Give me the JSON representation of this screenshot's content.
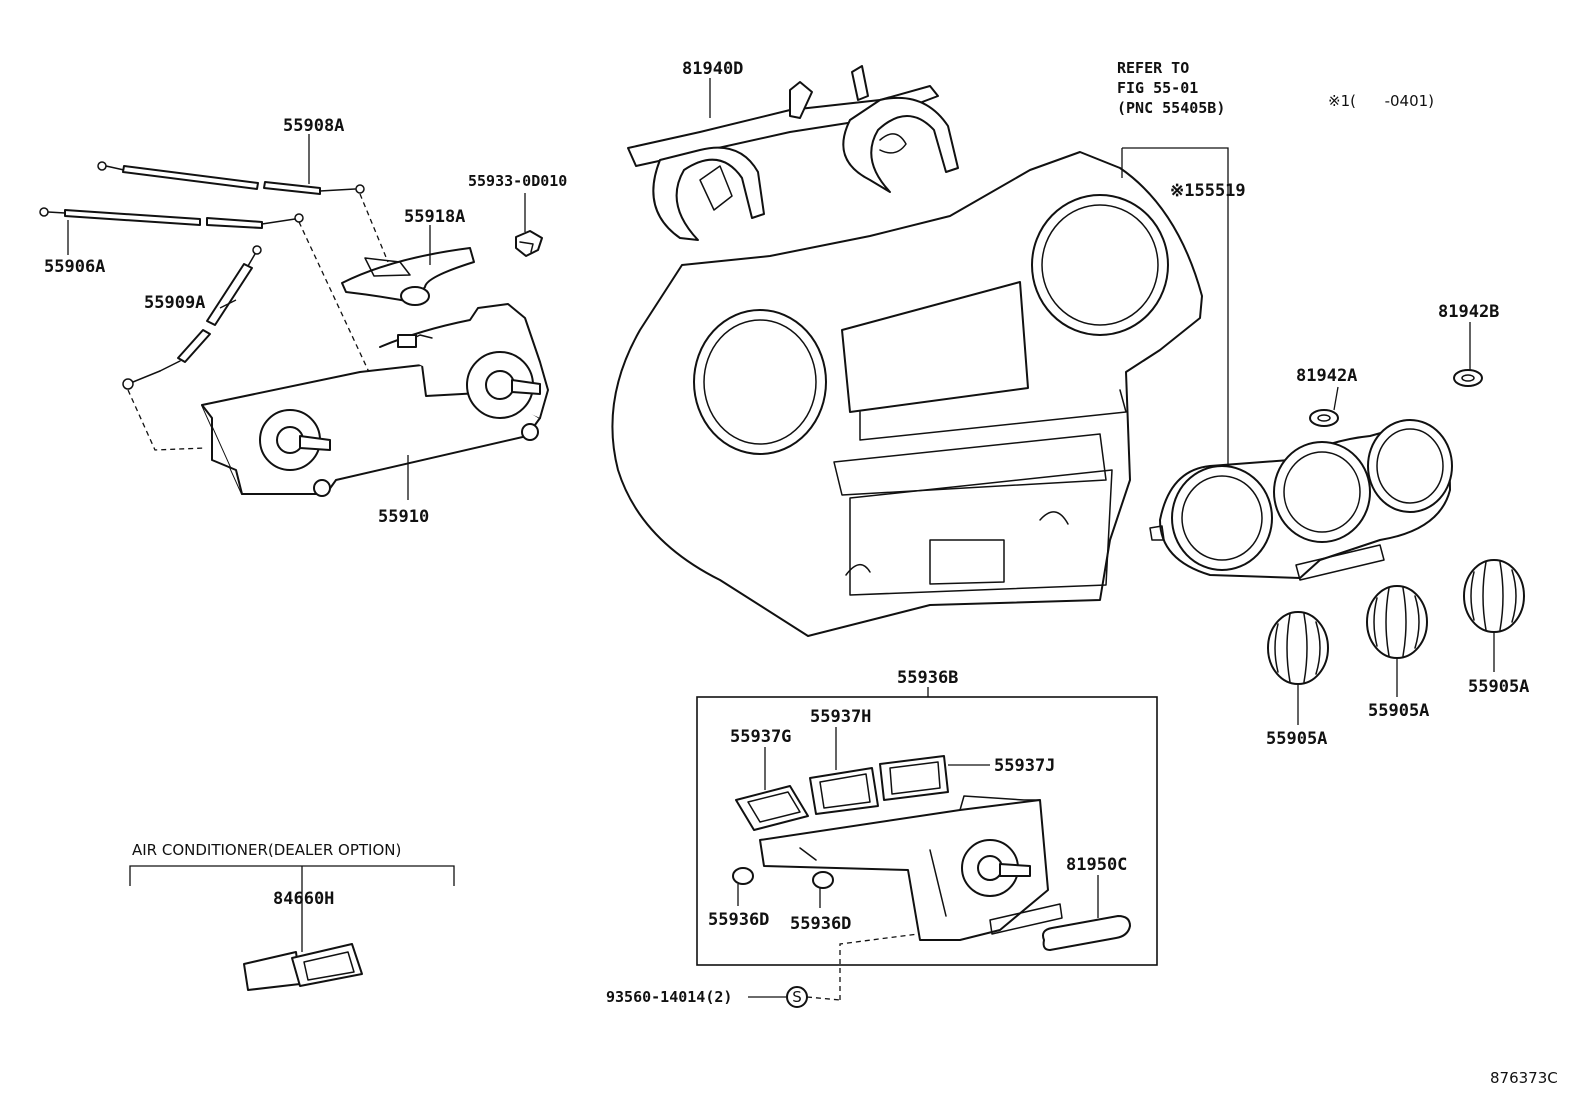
{
  "labels": {
    "p81940D": "81940D",
    "p55908A": "55908A",
    "p55933": "55933-0D010",
    "p55918A": "55918A",
    "p55906A": "55906A",
    "p55909A": "55909A",
    "p55910": "55910",
    "refer_line1": "REFER TO",
    "refer_line2": "FIG 55-01",
    "refer_line3": "(PNC 55405B)",
    "note_date": "※1(      -0401)",
    "p55519": "※155519",
    "p81942B": "81942B",
    "p81942A": "81942A",
    "p55905A_1": "55905A",
    "p55905A_2": "55905A",
    "p55905A_3": "55905A",
    "p55936B": "55936B",
    "p55937H": "55937H",
    "p55937G": "55937G",
    "p55937J": "55937J",
    "p81950C": "81950C",
    "p55936D_1": "55936D",
    "p55936D_2": "55936D",
    "p93560": "93560-14014(2)",
    "screw_symbol": "S",
    "ac_option": "AIR CONDITIONER(DEALER OPTION)",
    "p84660H": "84660H",
    "figure_id": "876373C"
  }
}
